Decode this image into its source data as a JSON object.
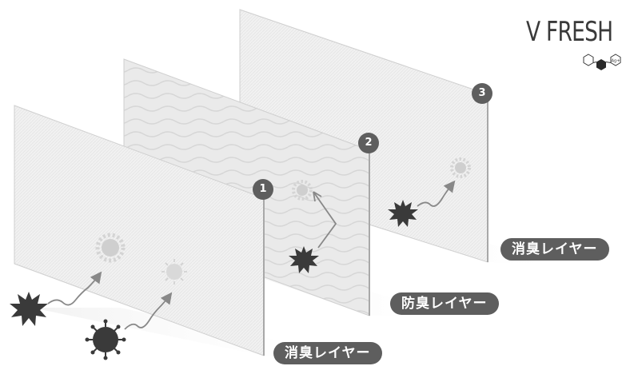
{
  "logo": {
    "text": "V FRESH",
    "molecule_label": "Ag+"
  },
  "layers": [
    {
      "number": "1",
      "label": "消臭レイヤー"
    },
    {
      "number": "2",
      "label": "防臭レイヤー"
    },
    {
      "number": "3",
      "label": "消臭レイヤー"
    }
  ],
  "colors": {
    "badge": "#5e5e5e",
    "label_bg": "#5e5e5e",
    "germ_dark": "#3a3a3a",
    "germ_faded": "#c8c8c8",
    "panel": "#f0f0f0"
  }
}
